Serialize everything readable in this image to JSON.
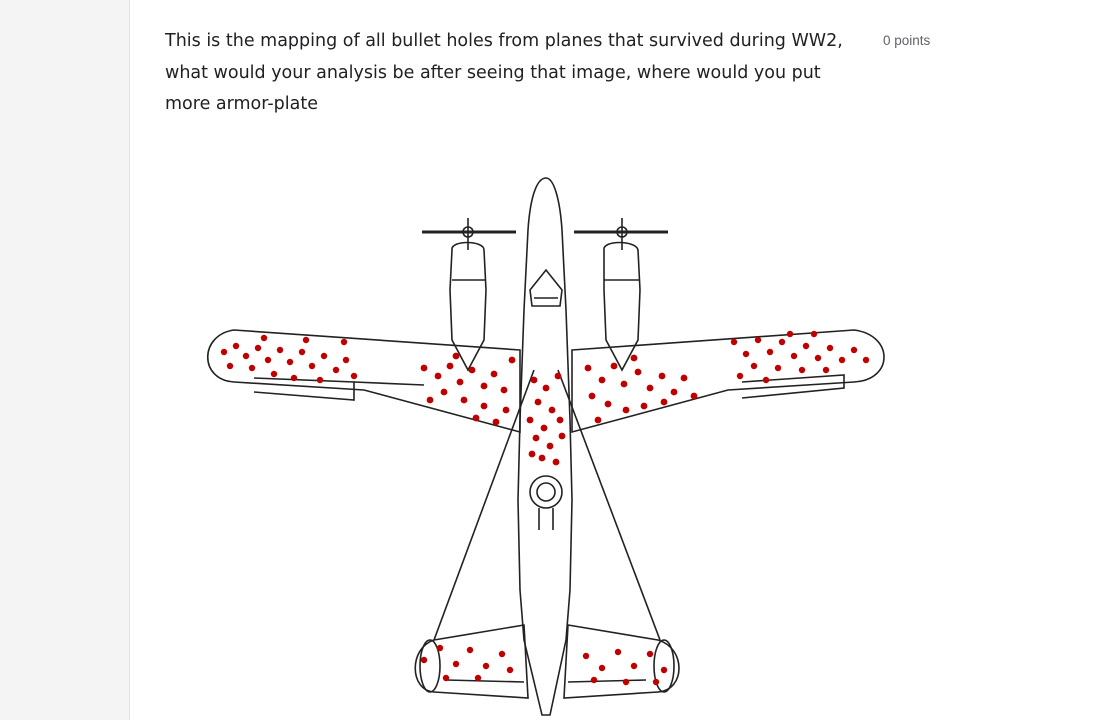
{
  "question": {
    "text": "This is the mapping of all bullet holes from planes that survived during WW2, what would your analysis be after seeing that image, where would you put more armor-plate",
    "points": "0 points"
  },
  "image": {
    "subject": "airplane-bullet-hole-diagram",
    "outline_color": "#222222",
    "hole_color": "#c00000"
  }
}
